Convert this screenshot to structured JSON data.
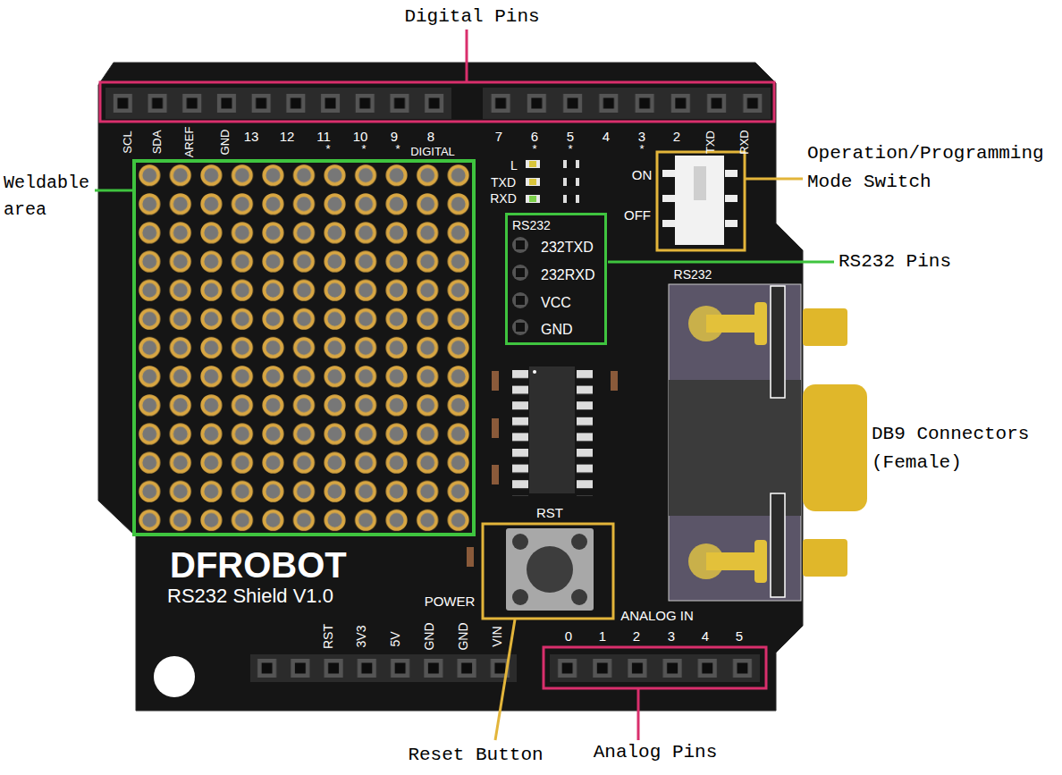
{
  "diagram": {
    "nodes": [
      {
        "text": [
          "RS232",
          "232TXD",
          "232RXD",
          "VCC",
          "GND"
        ]
      }
    ],
    "labels": [
      "Digital Pins",
      "SCL",
      "SDA",
      "AREF",
      "GND",
      "13",
      "12",
      "11",
      "*",
      "10",
      "*",
      "9",
      "*",
      "8",
      "DIGITAL",
      "7",
      "6",
      "*",
      "5",
      "*",
      "4",
      "3",
      "*",
      "2",
      "TXD",
      "RXD",
      "Weldable area",
      "L",
      "TXD",
      "RXD",
      "ON",
      "OFF",
      "Operation/Programming Mode Switch",
      "RS232 Pins",
      "RS232",
      "DB9 Connectors (Female)",
      "RST",
      "DFROBOT",
      "RS232 Shield V1.0",
      "POWER",
      "RST",
      "3V3",
      "5V",
      "GND",
      "GND",
      "VIN",
      "ANALOG IN",
      "0",
      "1",
      "2",
      "3",
      "4",
      "5",
      "Reset Button",
      "Analog Pins"
    ]
  }
}
